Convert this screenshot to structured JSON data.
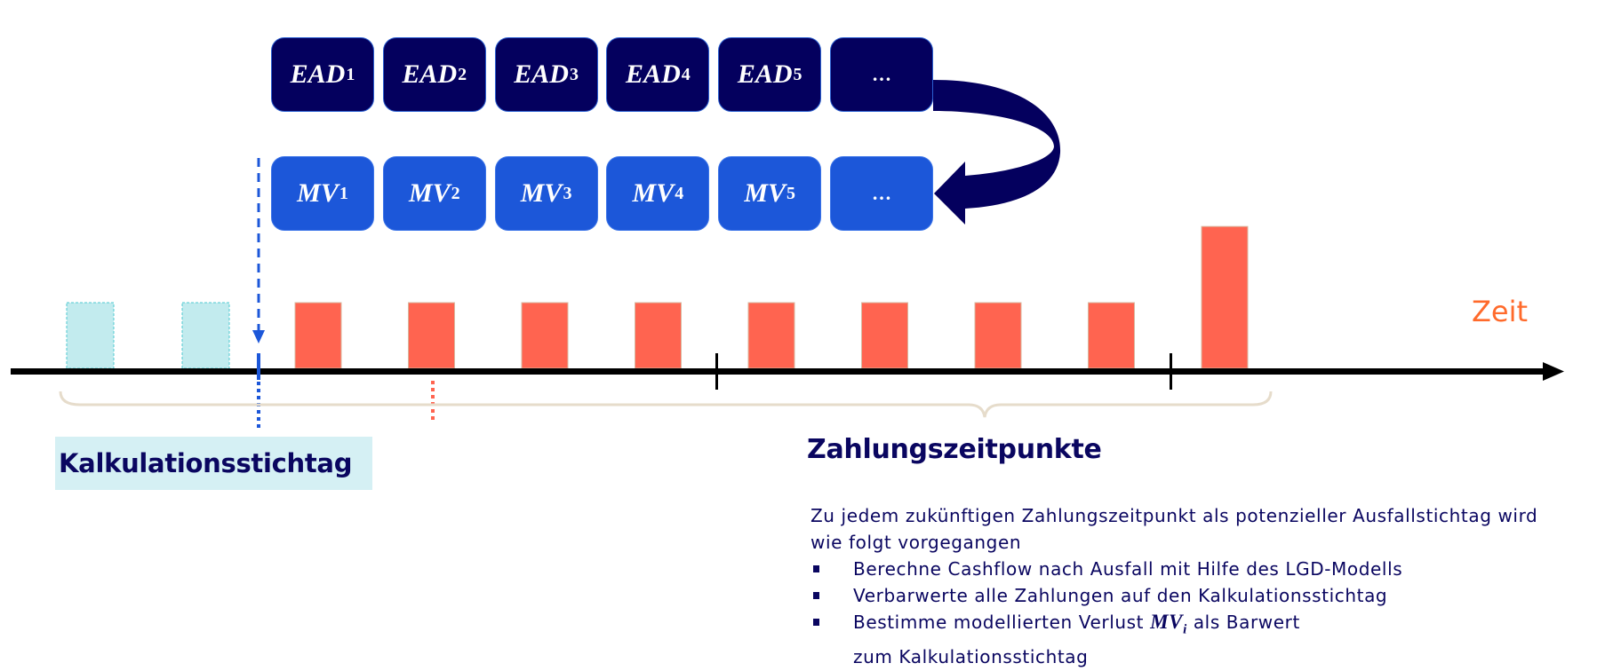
{
  "ead_row": [
    {
      "base": "EAD",
      "sub": "1"
    },
    {
      "base": "EAD",
      "sub": "2"
    },
    {
      "base": "EAD",
      "sub": "3"
    },
    {
      "base": "EAD",
      "sub": "4"
    },
    {
      "base": "EAD",
      "sub": "5"
    },
    {
      "base": "…",
      "sub": ""
    }
  ],
  "mv_row": [
    {
      "base": "MV",
      "sub": "1"
    },
    {
      "base": "MV",
      "sub": "2"
    },
    {
      "base": "MV",
      "sub": "3"
    },
    {
      "base": "MV",
      "sub": "4"
    },
    {
      "base": "MV",
      "sub": "5"
    },
    {
      "base": "…",
      "sub": ""
    }
  ],
  "timeline": {
    "axis_label": "Zeit",
    "past_payments": 2,
    "future_payment_heights": [
      1,
      1,
      1,
      1,
      1,
      1,
      1,
      1,
      2
    ]
  },
  "labels": {
    "calculation_date": "Kalkulationsstichtag",
    "payment_dates": "Zahlungszeitpunkte"
  },
  "description": {
    "intro": "Zu jedem zukünftigen Zahlungszeitpunkt als potenzieller Ausfallstichtag wird wie folgt vorgegangen",
    "bullets": [
      "Berechne Cashflow nach Ausfall mit Hilfe des LGD-Modells",
      "Verbarwerte alle Zahlungen auf den Kalkulationsstichtag"
    ],
    "bullet3_pre": "Bestimme modellierten Verlust ",
    "bullet3_math_base": "MV",
    "bullet3_math_sub": "i",
    "bullet3_post": " als Barwert zum Kalkulationsstichtag"
  },
  "colors": {
    "navy": "#04005e",
    "blue": "#1c57d9",
    "red": "#ff6450",
    "teal": "#c2ebee",
    "brace": "#e6dccb",
    "orange": "#ff6a2b"
  }
}
